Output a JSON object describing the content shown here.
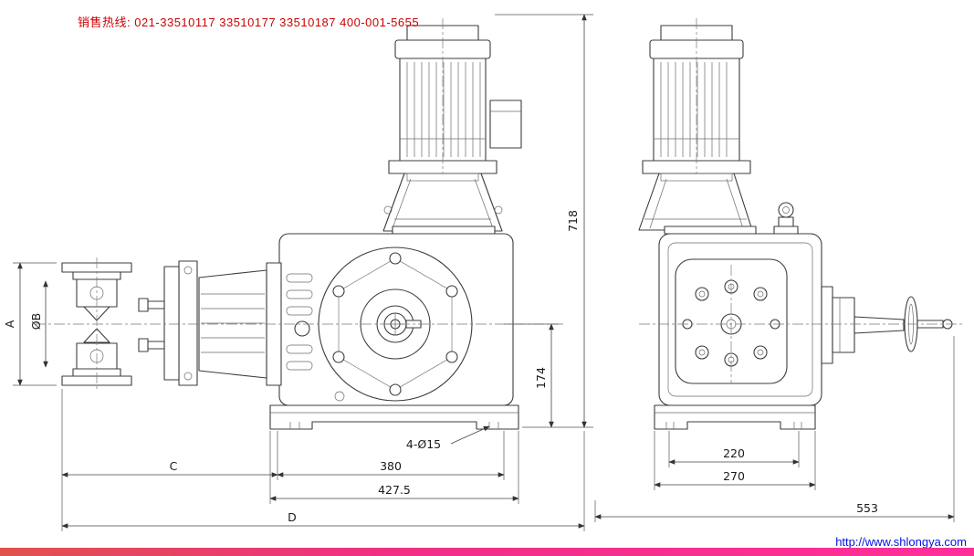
{
  "header": {
    "hotline": "销售热线: 021-33510117 33510177 33510187 400-001-5655"
  },
  "footer": {
    "website": "http://www.shlongya.com"
  },
  "colors": {
    "hotline": "#cc0000",
    "website_link": "#0014e6",
    "accent_bar_left": "#e0524d",
    "accent_bar_right": "#ff2f9a",
    "line": "#3c3c3c"
  },
  "drawing": {
    "type": "technical-dimension-drawing",
    "subject": "diaphragm metering pump, front and side elevation views",
    "dimensions": {
      "overall_height": "718",
      "shaft_center_height": "174",
      "flange_face_height": "A",
      "pipe_bore": "ØB",
      "head_to_base_length": "C",
      "foot_hole_spacing": "380",
      "base_length": "427.5",
      "overall_length": "D",
      "mounting_hole_note": "4-Ø15",
      "side_foot_hole_spacing": "220",
      "side_base_width": "270",
      "side_overall_length": "553"
    }
  }
}
